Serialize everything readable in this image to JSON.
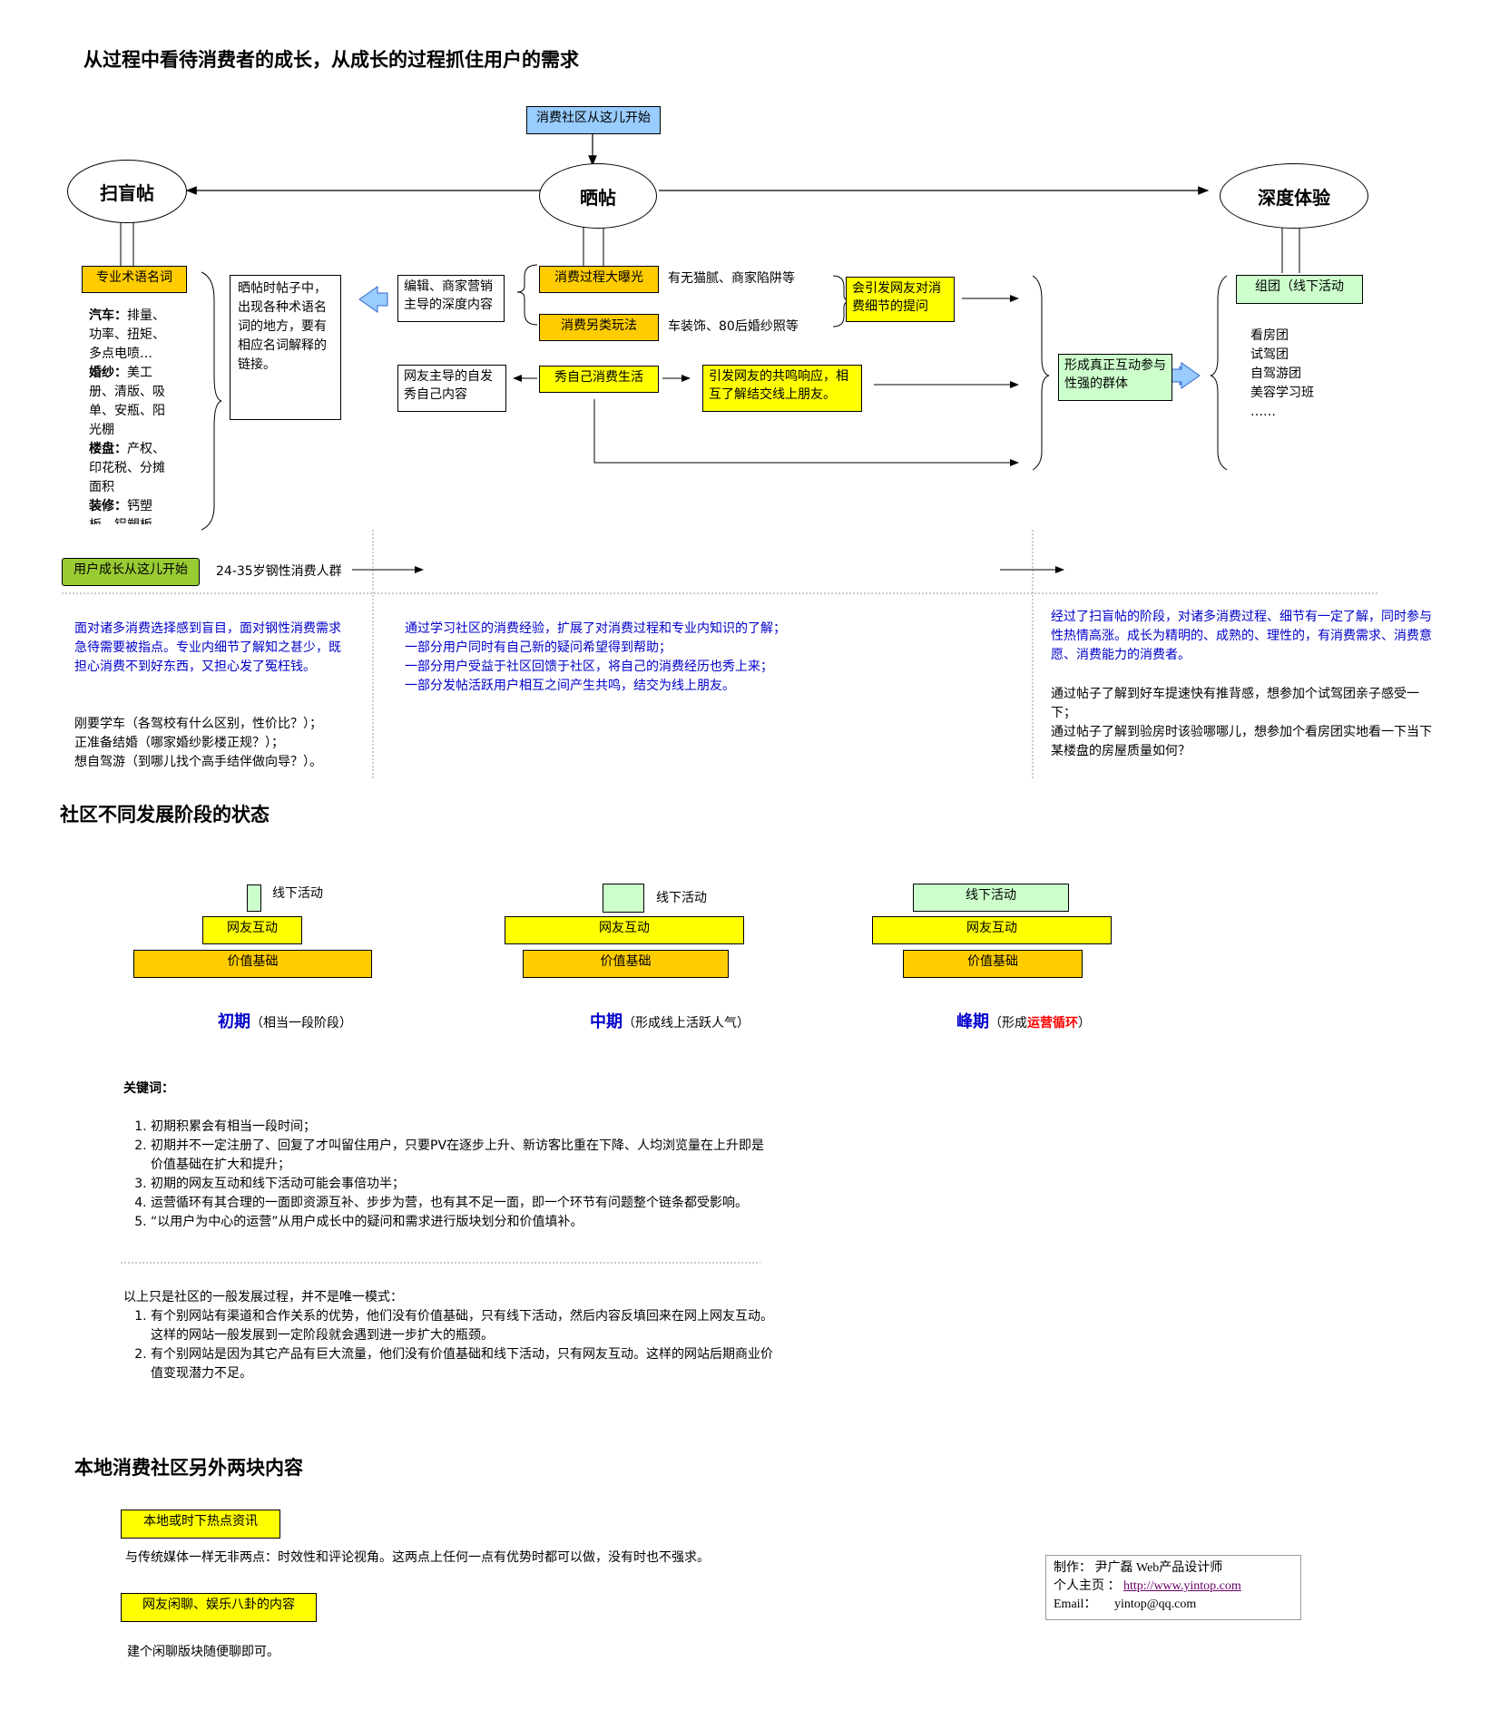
{
  "title": "从过程中看待消费者的成长，从成长的过程抓住用户的需求",
  "flow": {
    "start_top": "消费社区从这儿开始",
    "node_left": "扫盲帖",
    "node_center": "晒帖",
    "node_right": "深度体验",
    "term_box": "专业术语名词",
    "terms": [
      {
        "k": "汽车：",
        "v": "排量、功率、扭矩、多点电喷…"
      },
      {
        "k": "婚纱：",
        "v": "美工册、清版、吸单、安瓶、阳光棚"
      },
      {
        "k": "楼盘：",
        "v": "产权、印花税、分摊面积"
      },
      {
        "k": "装修：",
        "v": "钙塑板、铝塑板"
      }
    ],
    "explain_box": "晒帖时帖子中，出现各种术语名词的地方，要有相应名词解释的链接。",
    "editor_box": "编辑、商家营销主导的深度内容",
    "exposure": "消费过程大曝光",
    "exposure_note": "有无猫腻、商家陷阱等",
    "alt_play": "消费另类玩法",
    "alt_play_note": "车装饰、80后婚纱照等",
    "detail_q": "会引发网友对消费细节的提问",
    "user_box": "网友主导的自发秀自己内容",
    "show_life": "秀自己消费生活",
    "resonate": "引发网友的共鸣响应，相互了解结交线上朋友。",
    "group": "形成真正互动参与性强的群体",
    "offline": "组团（线下活动",
    "offline_items": [
      "看房团",
      "试驾团",
      "自驾游团",
      "美容学习班",
      "……"
    ],
    "user_start": "用户成长从这儿开始",
    "age": "24-35岁钢性消费人群"
  },
  "cols": {
    "c1_blue": "面对诸多消费选择感到盲目，面对钢性消费需求急待需要被指点。专业内细节了解知之甚少，既担心消费不到好东西，又担心发了冤枉钱。",
    "c1_black": [
      "刚要学车（各驾校有什么区别，性价比？）；",
      "正准备结婚（哪家婚纱影楼正规？）；",
      "想自驾游（到哪儿找个高手结伴做向导？）。"
    ],
    "c2_blue": [
      "通过学习社区的消费经验，扩展了对消费过程和专业内知识的了解；",
      "一部分用户同时有自己新的疑问希望得到帮助；",
      "一部分用户受益于社区回馈于社区，将自己的消费经历也秀上来；",
      "一部分发帖活跃用户相互之间产生共鸣，结交为线上朋友。"
    ],
    "c3_blue": "经过了扫盲帖的阶段，对诸多消费过程、细节有一定了解，同时参与性热情高涨。成长为精明的、成熟的、理性的，有消费需求、消费意愿、消费能力的消费者。",
    "c3_black": [
      "通过帖子了解到好车提速快有推背感，想参加个试驾团亲子感受一下；",
      "通过帖子了解到验房时该验哪哪儿，想参加个看房团实地看一下当下某楼盘的房屋质量如何？"
    ]
  },
  "section2": {
    "title": "社区不同发展阶段的状态",
    "offline": "线下活动",
    "interact": "网友互动",
    "base": "价值基础",
    "stages": [
      {
        "name": "初期",
        "sub": "（相当一段阶段）"
      },
      {
        "name": "中期",
        "sub": "（形成线上活跃人气）"
      },
      {
        "name": "峰期",
        "sub_a": "（形成",
        "sub_red": "运营循环",
        "sub_b": "）"
      }
    ]
  },
  "keywords": {
    "label": "关键词：",
    "items": [
      "初期积累会有相当一段时间；",
      "初期并不一定注册了、回复了才叫留住用户，只要PV在逐步上升、新访客比重在下降、人均浏览量在上升即是价值基础在扩大和提升；",
      "初期的网友互动和线下活动可能会事倍功半；",
      "运营循环有其合理的一面即资源互补、步步为营，也有其不足一面，即一个环节有问题整个链条都受影响。",
      "“以用户为中心的运营”从用户成长中的疑问和需求进行版块划分和价值填补。"
    ],
    "note": "以上只是社区的一般发展过程，并不是唯一模式：",
    "note_items": [
      "有个别网站有渠道和合作关系的优势，他们没有价值基础，只有线下活动，然后内容反填回来在网上网友互动。这样的网站一般发展到一定阶段就会遇到进一步扩大的瓶颈。",
      "有个别网站是因为其它产品有巨大流量，他们没有价值基础和线下活动，只有网友互动。这样的网站后期商业价值变现潜力不足。"
    ]
  },
  "section3": {
    "title": "本地消费社区另外两块内容",
    "box1": "本地或时下热点资讯",
    "text1": "与传统媒体一样无非两点：时效性和评论视角。这两点上任何一点有优势时都可以做，没有时也不强求。",
    "box2": "网友闲聊、娱乐八卦的内容",
    "text2": "建个闲聊版块随便聊即可。"
  },
  "credit": {
    "made_label": "制作：",
    "made": "尹广磊  Web产品设计师",
    "home_label": "个人主页 ：",
    "home": "http://www.yintop.com",
    "email_label": "Email：",
    "email": "yintop@qq.com"
  },
  "colors": {
    "yellow": "#ffff00",
    "orange": "#ffcc00",
    "green": "#ccffcc",
    "blue": "#99ccff",
    "lime": "#99cc33",
    "text_blue": "#0000cc",
    "red": "#ff0000"
  }
}
